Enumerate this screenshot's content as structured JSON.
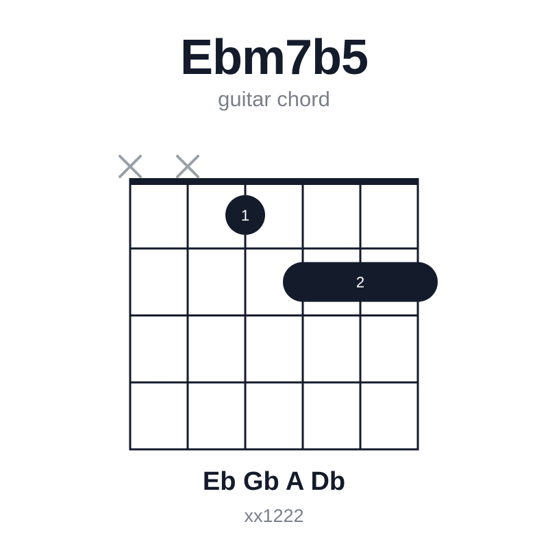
{
  "chord": {
    "name": "Ebm7b5",
    "subtitle": "guitar chord",
    "notes": "Eb Gb A Db",
    "fingering": "xx1222"
  },
  "diagram": {
    "strings": 6,
    "frets": 4,
    "muted_strings": [
      1,
      2
    ],
    "open_strings": [],
    "dots": [
      {
        "string": 3,
        "fret": 1,
        "finger": "1"
      }
    ],
    "barres": [
      {
        "from_string": 4,
        "to_string": 6,
        "fret": 2,
        "finger": "2"
      }
    ],
    "colors": {
      "ink": "#141b2b",
      "muted_mark": "#9aa0a8",
      "finger_text": "#ffffff"
    }
  }
}
